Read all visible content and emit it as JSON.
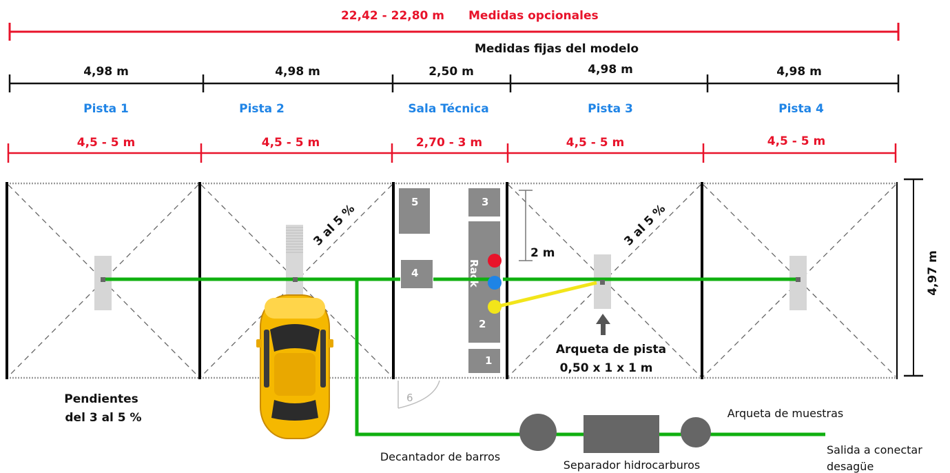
{
  "dimensions": {
    "overall_optional": "22,42 - 22,80 m",
    "optional_caption": "Medidas opcionales",
    "fixed_caption": "Medidas fijas del modelo",
    "fixed_segments": [
      "4,98 m",
      "4,98 m",
      "2,50 m",
      "4,98 m",
      "4,98 m"
    ],
    "optional_segments": [
      "4,5 - 5 m",
      "4,5 - 5 m",
      "2,70 - 3 m",
      "4,5 - 5 m",
      "4,5 - 5 m"
    ],
    "height": "4,97 m",
    "two_m": "2 m"
  },
  "bays": [
    "Pista 1",
    "Pista 2",
    "Sala Técnica",
    "Pista 3",
    "Pista 4"
  ],
  "slope_label": "3 al 5 %",
  "technical_room": {
    "boxes": [
      "1",
      "2",
      "3",
      "4",
      "5"
    ],
    "rack": "Rack",
    "door": "6"
  },
  "labels": {
    "pendientes_line1": "Pendientes",
    "pendientes_line2": "del 3 al 5 %",
    "arqueta_line1": "Arqueta de pista",
    "arqueta_line2": "0,50 x 1 x 1 m",
    "decantador": "Decantador de barros",
    "separador": "Separador hidrocarburos",
    "muestras": "Arqueta de muestras",
    "salida_line1": "Salida a conectar",
    "salida_line2": "desagüe"
  },
  "colors": {
    "red": "#e8132a",
    "blue": "#1f84e6",
    "pipe_green": "#10b010",
    "pipe_yellow": "#f2e51a",
    "box_grey": "#8a8a8a"
  }
}
